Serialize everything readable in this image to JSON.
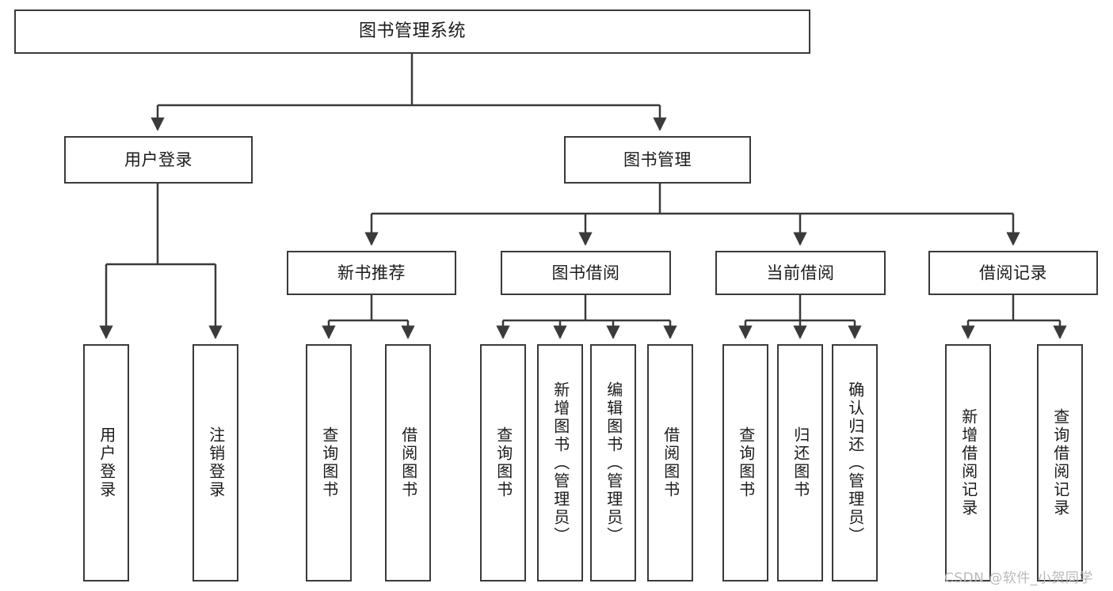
{
  "diagram": {
    "title": "图书管理系统",
    "watermark": "CSDN @软件_小贺同学",
    "stroke_color": "#3a3a3a",
    "fill_color": "#ffffff",
    "text_color": "#1b1b1b",
    "watermark_color": "#b9b9b9"
  },
  "nodes": {
    "root": {
      "label": "图书管理系统",
      "level": 0
    },
    "user_login": {
      "label": "用户登录",
      "level": 1
    },
    "book_manage": {
      "label": "图书管理",
      "level": 1
    },
    "new_book_rec": {
      "label": "新书推荐",
      "level": 2
    },
    "book_borrow": {
      "label": "图书借阅",
      "level": 2
    },
    "current_borrow": {
      "label": "当前借阅",
      "level": 2
    },
    "borrow_record": {
      "label": "借阅记录",
      "level": 2
    },
    "leaf_user_login": {
      "label": "用户登录",
      "level": 3
    },
    "leaf_logout": {
      "label": "注销登录",
      "level": 3
    },
    "leaf_query_book_1": {
      "label": "查询图书",
      "level": 3
    },
    "leaf_borrow_book_1": {
      "label": "借阅图书",
      "level": 3
    },
    "leaf_query_book_2": {
      "label": "查询图书",
      "level": 3
    },
    "leaf_add_book": {
      "label": "新增图书（管理员）",
      "level": 3
    },
    "leaf_edit_book": {
      "label": "编辑图书（管理员）",
      "level": 3
    },
    "leaf_borrow_book_2": {
      "label": "借阅图书",
      "level": 3
    },
    "leaf_query_book_3": {
      "label": "查询图书",
      "level": 3
    },
    "leaf_return_book": {
      "label": "归还图书",
      "level": 3
    },
    "leaf_confirm_return": {
      "label": "确认归还（管理员）",
      "level": 3
    },
    "leaf_add_record": {
      "label": "新增借阅记录",
      "level": 3
    },
    "leaf_query_record": {
      "label": "查询借阅记录",
      "level": 3
    }
  },
  "chart_data": {
    "type": "diagram",
    "subtype": "tree-hierarchy",
    "title": "图书管理系统",
    "orientation": "top-down",
    "edge_style": "orthogonal-arrow",
    "tree": {
      "label": "图书管理系统",
      "children": [
        {
          "label": "用户登录",
          "children": [
            {
              "label": "用户登录"
            },
            {
              "label": "注销登录"
            }
          ]
        },
        {
          "label": "图书管理",
          "children": [
            {
              "label": "新书推荐",
              "children": [
                {
                  "label": "查询图书"
                },
                {
                  "label": "借阅图书"
                }
              ]
            },
            {
              "label": "图书借阅",
              "children": [
                {
                  "label": "查询图书"
                },
                {
                  "label": "新增图书（管理员）"
                },
                {
                  "label": "编辑图书（管理员）"
                },
                {
                  "label": "借阅图书"
                }
              ]
            },
            {
              "label": "当前借阅",
              "children": [
                {
                  "label": "查询图书"
                },
                {
                  "label": "归还图书"
                },
                {
                  "label": "确认归还（管理员）"
                }
              ]
            },
            {
              "label": "借阅记录",
              "children": [
                {
                  "label": "新增借阅记录"
                },
                {
                  "label": "查询借阅记录"
                }
              ]
            }
          ]
        }
      ]
    }
  }
}
